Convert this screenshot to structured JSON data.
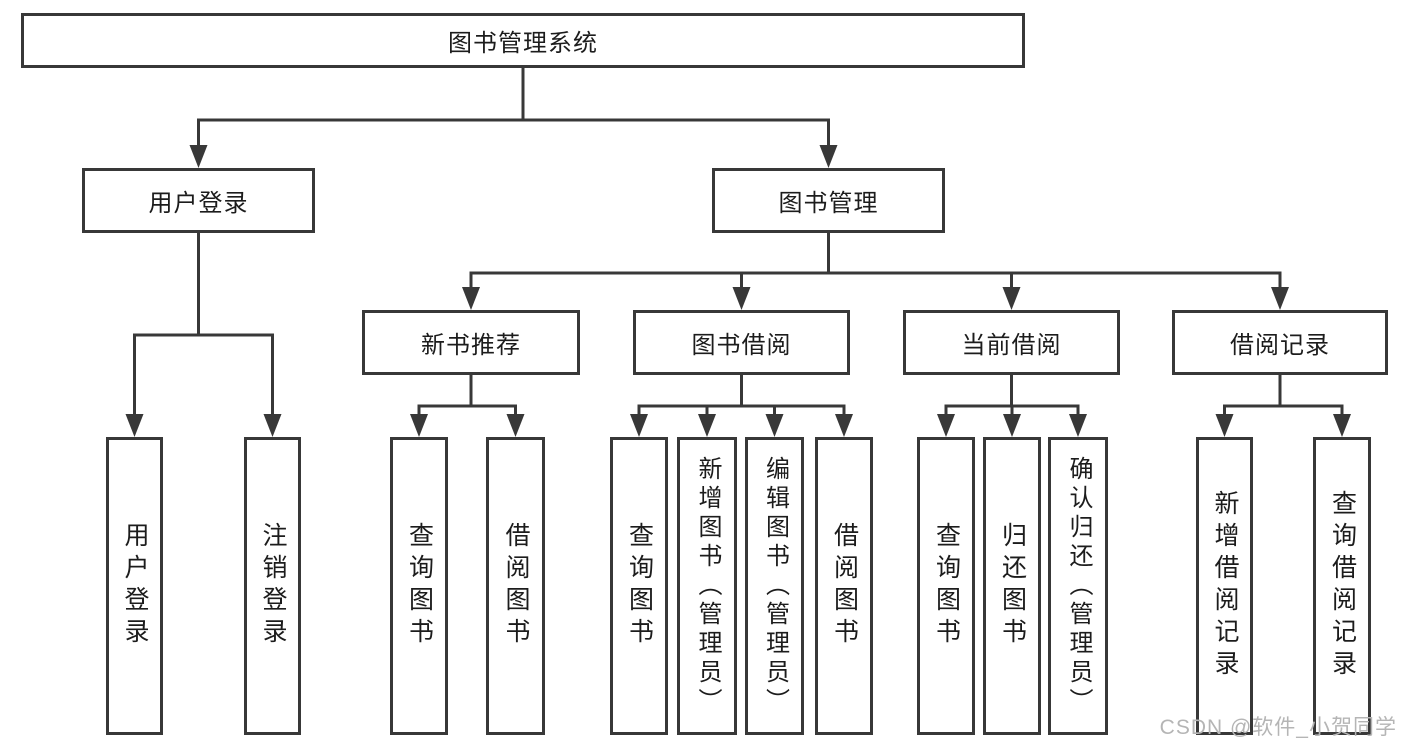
{
  "tree": {
    "root": {
      "label": "图书管理系统",
      "children": [
        {
          "label": "用户登录",
          "children": [
            {
              "label": "用户登录"
            },
            {
              "label": "注销登录"
            }
          ]
        },
        {
          "label": "图书管理",
          "children": [
            {
              "label": "新书推荐",
              "children": [
                {
                  "label": "查询图书"
                },
                {
                  "label": "借阅图书"
                }
              ]
            },
            {
              "label": "图书借阅",
              "children": [
                {
                  "label": "查询图书"
                },
                {
                  "label": "新增图书（管理员）"
                },
                {
                  "label": "编辑图书（管理员）"
                },
                {
                  "label": "借阅图书"
                }
              ]
            },
            {
              "label": "当前借阅",
              "children": [
                {
                  "label": "查询图书"
                },
                {
                  "label": "归还图书"
                },
                {
                  "label": "确认归还（管理员）"
                }
              ]
            },
            {
              "label": "借阅记录",
              "children": [
                {
                  "label": "新增借阅记录"
                },
                {
                  "label": "查询借阅记录"
                }
              ]
            }
          ]
        }
      ]
    }
  },
  "watermark": {
    "text": "CSDN @软件_小贺同学"
  },
  "colors": {
    "line": "#383838",
    "box_border": "#383838",
    "text": "#1c1c1c",
    "watermark": "#b5b5b5",
    "background": "#ffffff"
  }
}
